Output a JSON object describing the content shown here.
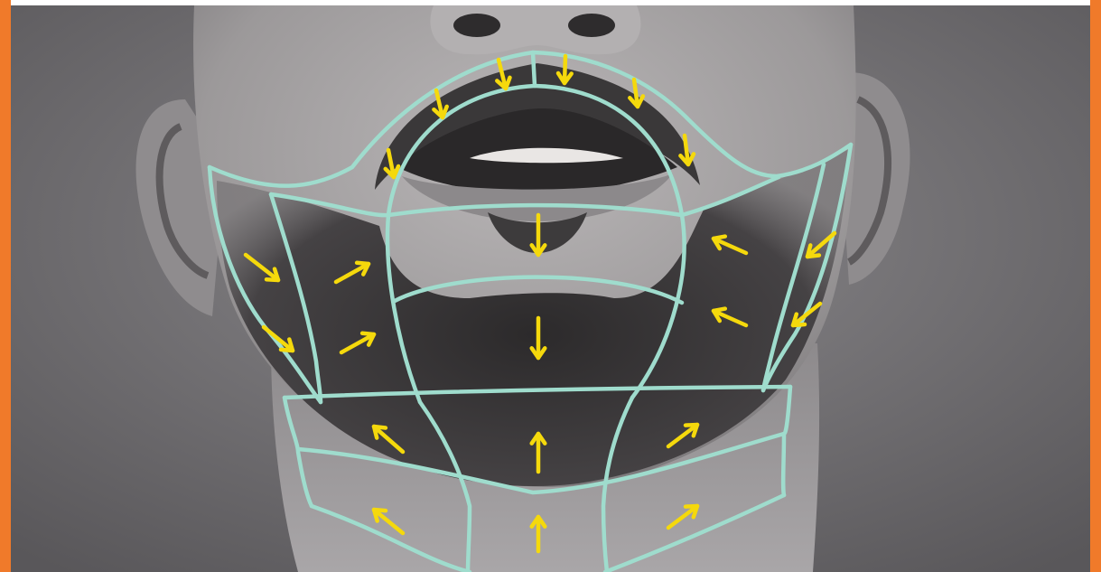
{
  "colors": {
    "frame_accent": "#f07a2a",
    "zone_outline": "#9fdccd",
    "arrow": "#f5d90c",
    "photo_background": "#6f6c70",
    "skin": "#a7a4a5",
    "beard": "#3a3839"
  },
  "image": {
    "subject": "grayscale-face-photo",
    "overlay_icon": "arrow-icon"
  },
  "diagram": {
    "zone_count": 20,
    "arrow_count": 23,
    "arrow_directions": [
      "down",
      "down",
      "down",
      "down",
      "down",
      "down",
      "down",
      "down",
      "down",
      "down-right",
      "down-right",
      "up-right",
      "up-right",
      "up-left",
      "up-left",
      "down-left",
      "down-left",
      "up-left",
      "up",
      "up-right",
      "up-left",
      "up",
      "up-right"
    ]
  }
}
